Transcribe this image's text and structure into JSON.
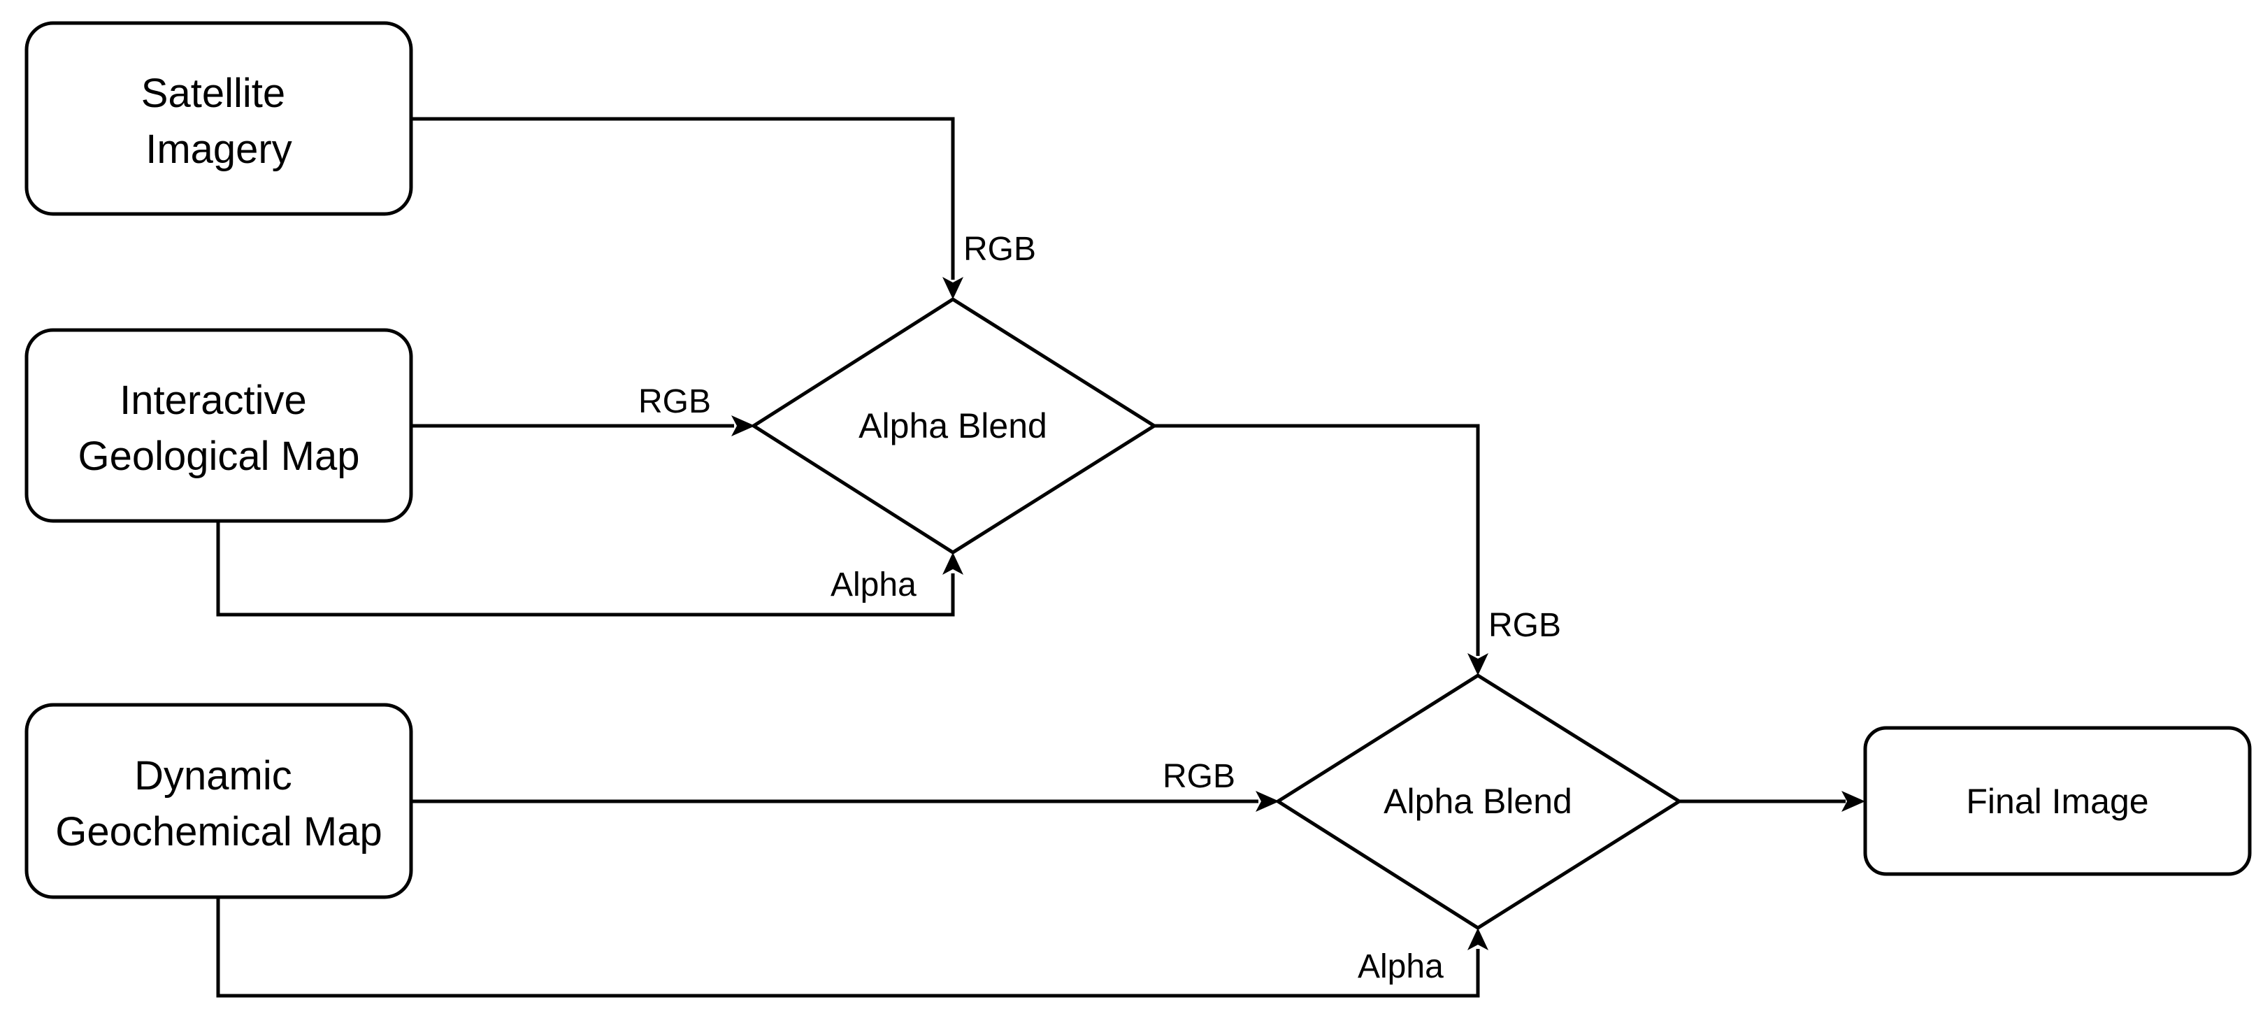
{
  "nodes": {
    "satellite": {
      "line1": "Satellite",
      "line2": "Imagery"
    },
    "geological": {
      "line1": "Interactive",
      "line2": "Geological Map"
    },
    "geochemical": {
      "line1": "Dynamic",
      "line2": "Geochemical Map"
    },
    "blend1": {
      "label": "Alpha Blend"
    },
    "blend2": {
      "label": "Alpha Blend"
    },
    "final": {
      "label": "Final Image"
    }
  },
  "edges": {
    "satellite_to_blend1": {
      "label": "RGB"
    },
    "geological_rgb_to_blend1": {
      "label": "RGB"
    },
    "geological_alpha_to_blend1": {
      "label": "Alpha"
    },
    "blend1_to_blend2": {
      "label": "RGB"
    },
    "geochemical_rgb_to_blend2": {
      "label": "RGB"
    },
    "geochemical_alpha_to_blend2": {
      "label": "Alpha"
    },
    "blend2_to_final": {
      "label": ""
    }
  }
}
